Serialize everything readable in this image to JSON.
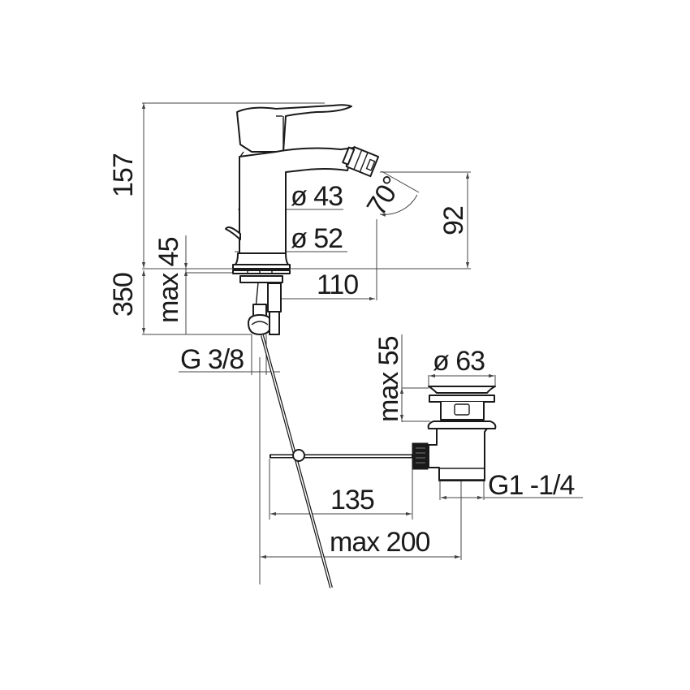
{
  "drawing": {
    "subject": "Bidet mixer with pop-up waste – technical dimension drawing",
    "angle_unit_glyph": "°"
  },
  "dimensions": {
    "height_total": "157",
    "height_below_deck": "350",
    "deck_thickness": "max 45",
    "body_diameter": "ø 43",
    "base_diameter": "ø 52",
    "spout_height": "92",
    "spout_tilt": "70°",
    "spout_reach": "110",
    "inlet_thread": "G 3/8",
    "waste_flange_height": "max 55",
    "waste_flange_diameter": "ø 63",
    "waste_thread": "G1 -1/4",
    "rod_length": "135",
    "rod_reach_max": "max 200"
  },
  "colors": {
    "line": "#1a1a1a",
    "dimension_line": "#444444",
    "background": "#ffffff"
  }
}
